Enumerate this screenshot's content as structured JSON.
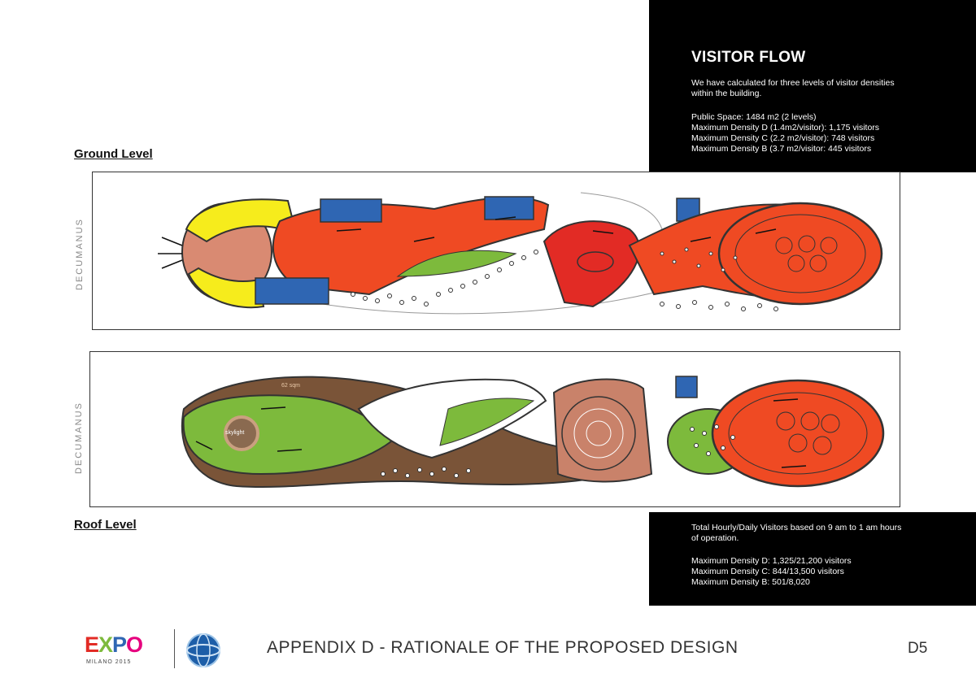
{
  "info": {
    "title": "VISITOR FLOW",
    "intro": [
      "We have calculated for three levels of visitor densities",
      "within the building."
    ],
    "stats": [
      "Public Space: 1484 m2 (2 levels)",
      "Maximum Density D (1.4m2/visitor):  1,175 visitors",
      "Maximum Density C (2.2 m2/visitor): 748 visitors",
      "Maximum Density B (3.7 m2/visitor: 445 visitors"
    ],
    "hourly_intro": [
      "Total Hourly/Daily Visitors based on 9 am to 1 am hours",
      "of operation."
    ],
    "hourly": [
      "Maximum Density D: 1,325/21,200 visitors",
      "Maximum Density C: 844/13,500 visitors",
      "Maximum Density B: 501/8,020"
    ]
  },
  "ground": {
    "label": "Ground Level",
    "side_label": "DECUMANUS"
  },
  "roof": {
    "label": "Roof Level",
    "side_label": "DECUMANUS",
    "skylight": "skylight",
    "dim": "62 sqm"
  },
  "footer": {
    "title": "APPENDIX D - RATIONALE OF THE PROPOSED DESIGN",
    "page": "D5",
    "logo_letters": [
      "E",
      "X",
      "P",
      "O"
    ],
    "logo_sub": "MILANO 2015"
  },
  "colors": {
    "orange": "#ef4a23",
    "red": "#e22b25",
    "yellow": "#f6ec1c",
    "blue": "#2f66b3",
    "salmon": "#d98a72",
    "green": "#7dba3c",
    "brown": "#7a5438",
    "peach": "#c9826a"
  }
}
